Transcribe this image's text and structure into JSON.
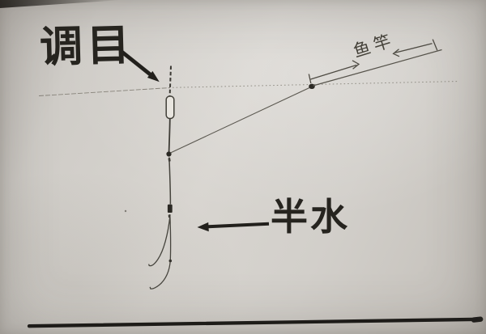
{
  "diagram": {
    "kind": "hand-drawn fishing float rig sketch on paper",
    "labels": {
      "tiaomu": "调目",
      "banshui": "半水",
      "yugan": "鱼竿"
    },
    "colors": {
      "paper": "#cfccc7",
      "ink_marker": "#24221e",
      "ink_sketch": "#56534b",
      "ink_dotted": "#8d897f",
      "float_fill": "#e8e5df"
    },
    "elements": [
      "water-surface-dotted-line",
      "float-antenna-dashed-line",
      "float-body",
      "main-line",
      "line-float-to-rod-tip",
      "rod-tip-dot",
      "rod-line",
      "rod-length-dimension-annotation",
      "lead-sinker",
      "hook-leader-short",
      "hook-leader-long",
      "bottom-ground-line"
    ]
  }
}
